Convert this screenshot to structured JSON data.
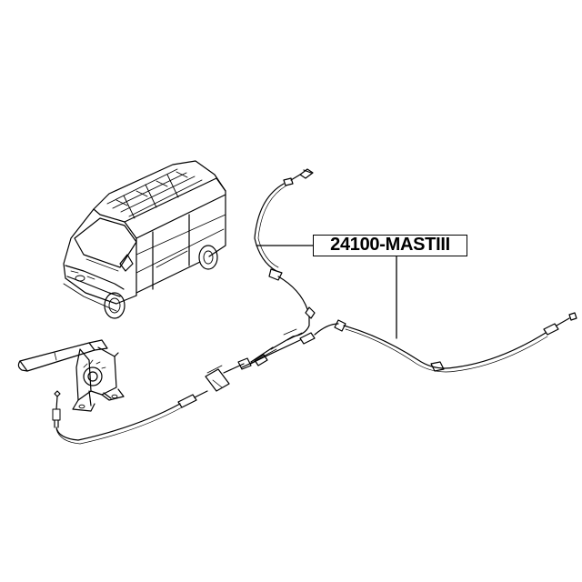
{
  "diagram": {
    "part_number": "24100-MASTIII",
    "colors": {
      "line": "#000000",
      "background": "#ffffff"
    },
    "components": [
      {
        "name": "van",
        "icon": "van-illustration"
      },
      {
        "name": "handbrake-lever",
        "icon": "handbrake-lever-illustration"
      },
      {
        "name": "front-cable",
        "icon": "cable"
      },
      {
        "name": "left-rear-cable",
        "icon": "cable"
      },
      {
        "name": "right-rear-cable",
        "icon": "cable"
      },
      {
        "name": "equalizer",
        "icon": "equalizer-bracket"
      }
    ]
  }
}
